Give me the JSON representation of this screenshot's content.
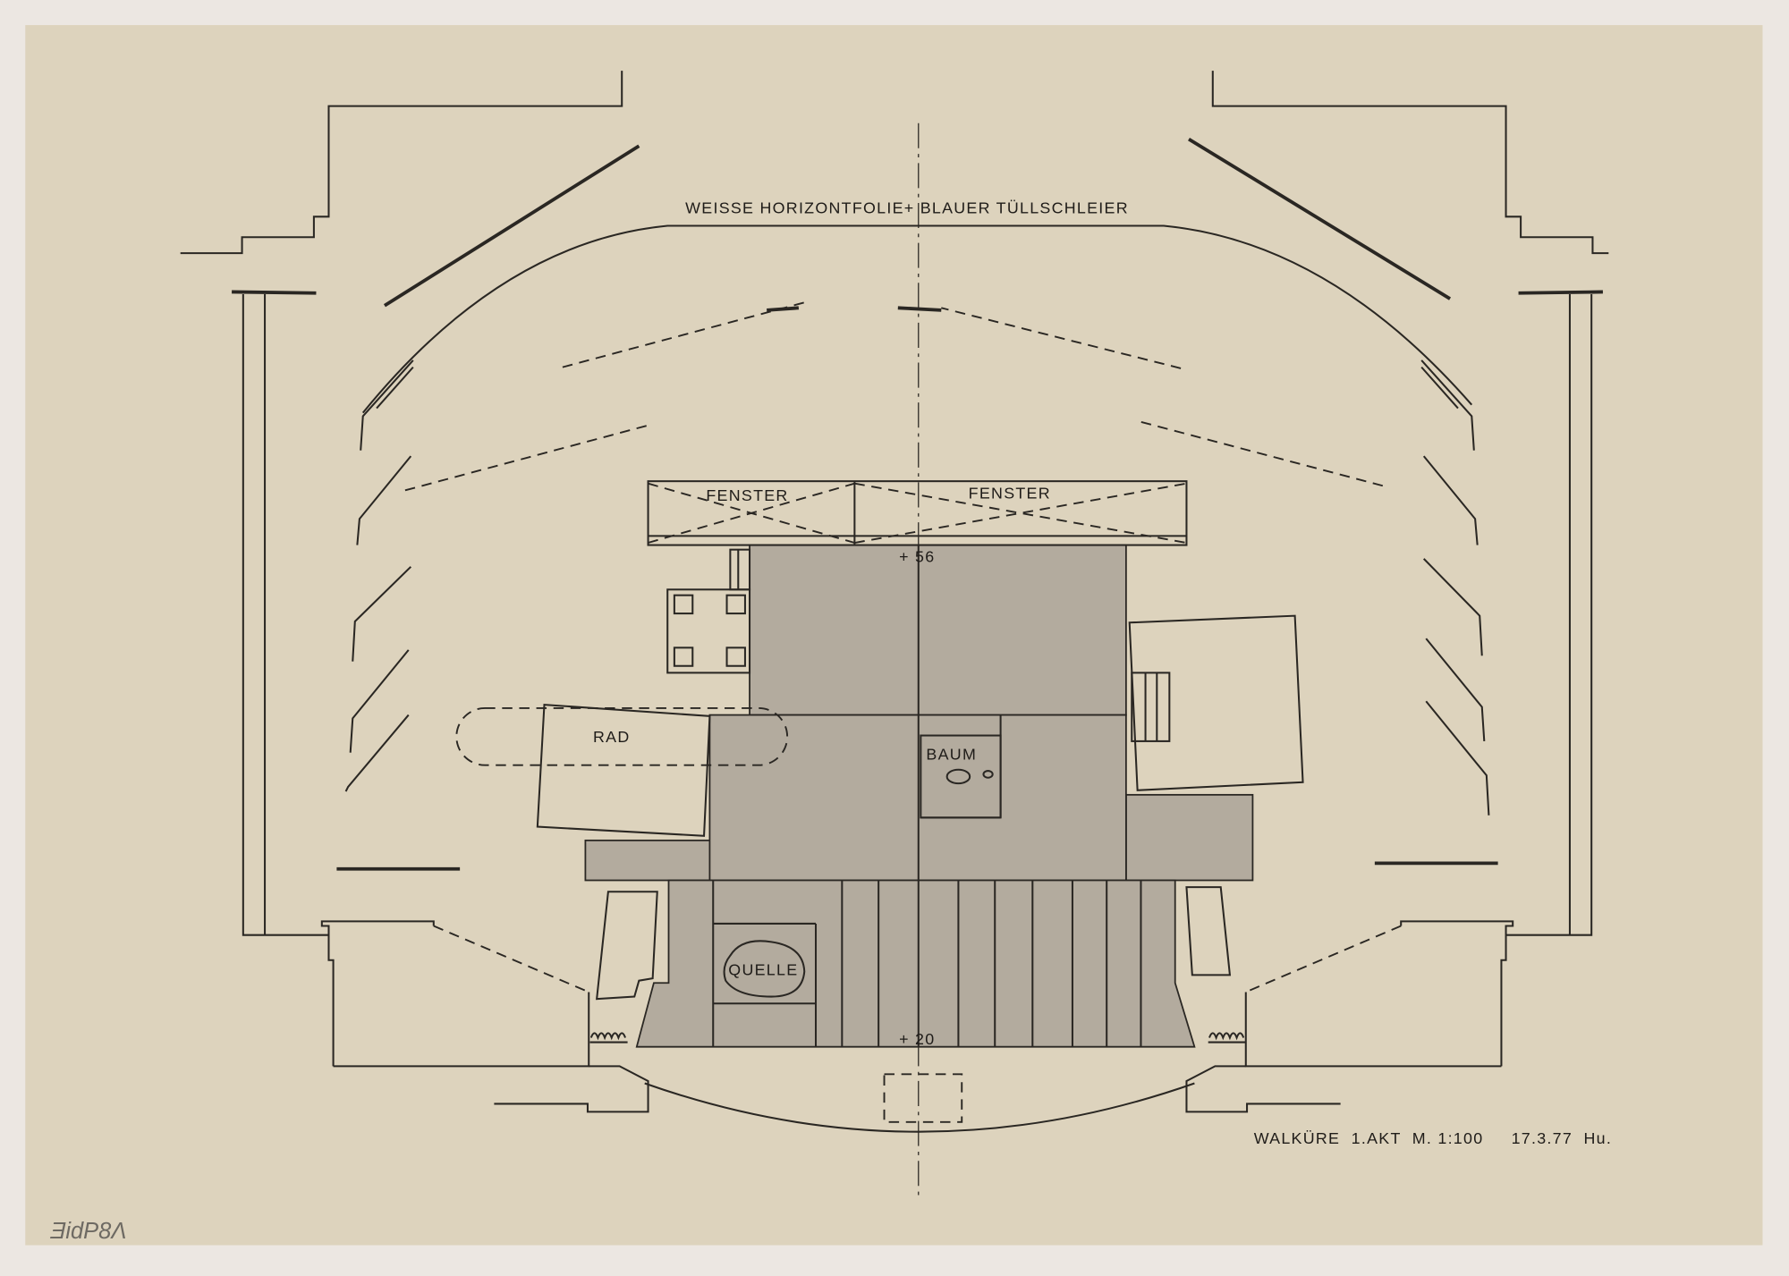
{
  "drawing": {
    "horizon_label": "WEISSE HORIZONTFOLIE+ BLAUER TÜLLSCHLEIER",
    "window_left": "FENSTER",
    "window_right": "FENSTER",
    "level_top": "+ 56",
    "level_bottom": "+ 20",
    "wheel": "RAD",
    "tree": "BAUM",
    "spring": "QUELLE",
    "title_block": "WALKÜRE  1.AKT  M. 1:100     17.3.77  Hu.",
    "archive_mark": "ƎidP8Λ"
  },
  "colors": {
    "paper": "#ddd3bd",
    "margin": "#ece7e2",
    "ink": "#2a2723",
    "stipple": "#b3ab9e"
  }
}
